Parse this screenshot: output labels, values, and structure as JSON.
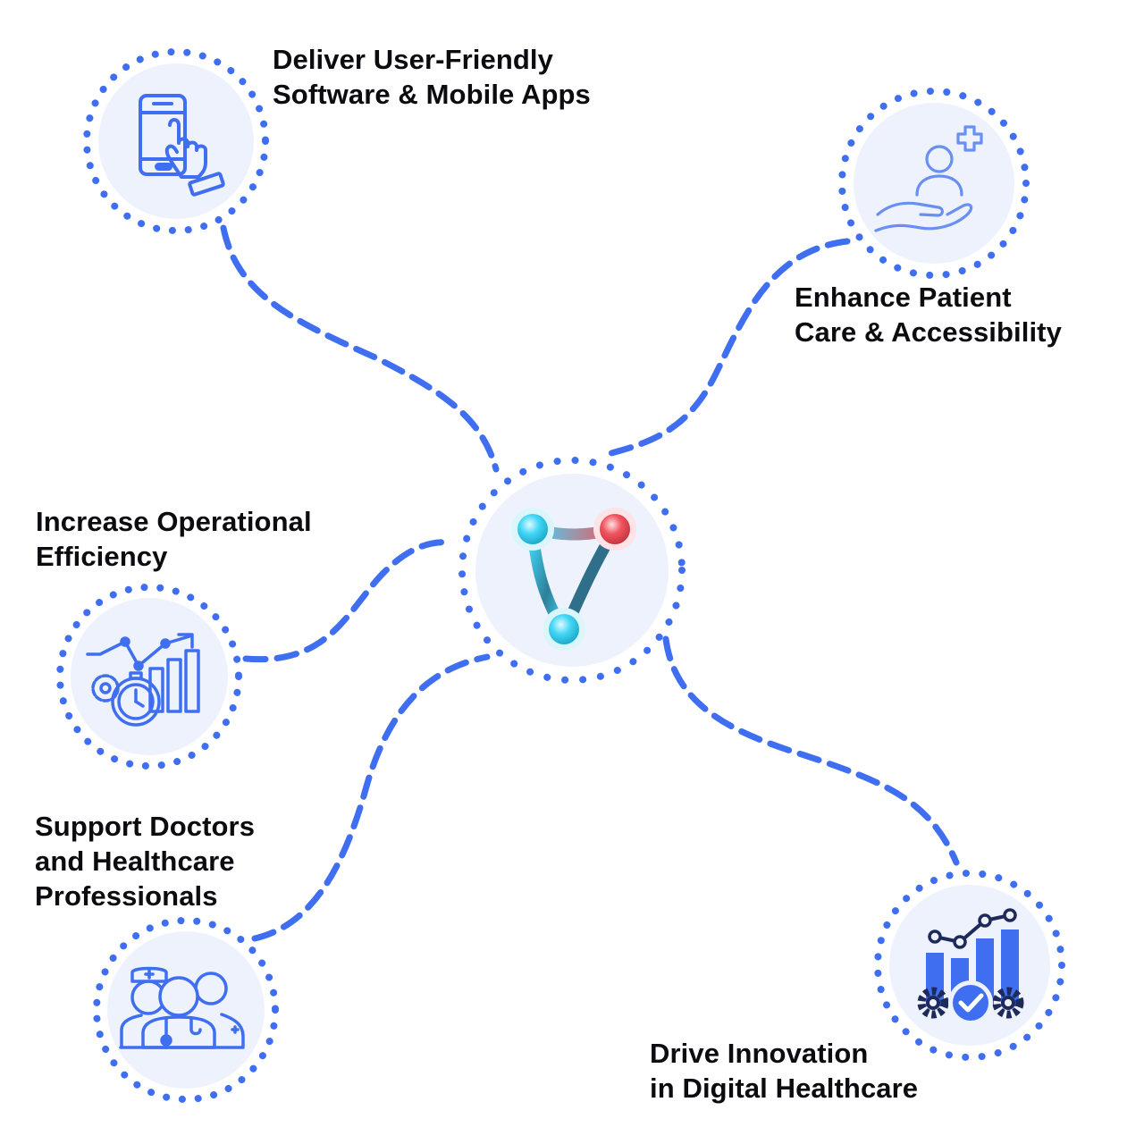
{
  "colors": {
    "accent": "#3f6ff0",
    "node_fill": "#eef2fd",
    "icon": "#3f6ff0",
    "icon_dark": "#1e2a5a",
    "text": "#0b0b10",
    "logo_cyan": "#43d6f5",
    "logo_red": "#f0555f"
  },
  "center": {
    "icon": "connected-nodes-logo-icon"
  },
  "nodes": [
    {
      "id": "apps",
      "icon": "mobile-touch-icon",
      "label_lines": [
        "Deliver User-Friendly",
        "Software & Mobile Apps"
      ]
    },
    {
      "id": "patient",
      "icon": "patient-care-hand-icon",
      "label_lines": [
        "Enhance Patient",
        "Care & Accessibility"
      ]
    },
    {
      "id": "efficiency",
      "icon": "efficiency-chart-stopwatch-icon",
      "label_lines": [
        "Increase Operational",
        "Efficiency"
      ]
    },
    {
      "id": "doctors",
      "icon": "healthcare-team-icon",
      "label_lines": [
        "Support Doctors",
        "and Healthcare",
        "Professionals"
      ]
    },
    {
      "id": "innovation",
      "icon": "innovation-chart-gears-icon",
      "label_lines": [
        "Drive Innovation",
        "in Digital Healthcare"
      ]
    }
  ]
}
